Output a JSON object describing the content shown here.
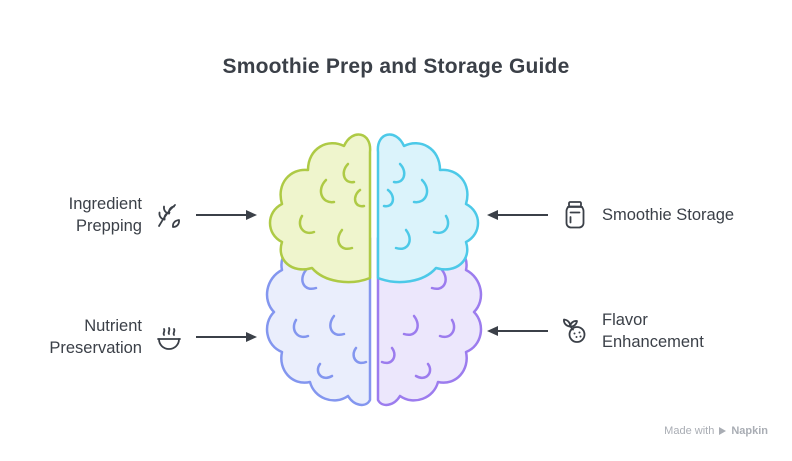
{
  "title": "Smoothie Prep and Storage Guide",
  "colors": {
    "ink": "#3b4048",
    "muted": "#a9adb4",
    "lime-stroke": "#aeca45",
    "lime-fill": "#eff5cd",
    "cyan-stroke": "#4cc9e8",
    "cyan-fill": "#dbf3fb",
    "peri-stroke": "#8396ef",
    "peri-fill": "#eaeefc",
    "purple-stroke": "#9c7cee",
    "purple-fill": "#ece7fc"
  },
  "nodes": {
    "ingredient_prepping": {
      "line1": "Ingredient",
      "line2": "Prepping",
      "icon": "wheat-sprig-icon",
      "quadrant": "top-left",
      "quadrant_color": "#aeca45"
    },
    "nutrient_preservation": {
      "line1": "Nutrient",
      "line2": "Preservation",
      "icon": "steam-bowl-icon",
      "quadrant": "bottom-left",
      "quadrant_color": "#8396ef"
    },
    "smoothie_storage": {
      "label": "Smoothie Storage",
      "icon": "jar-icon",
      "quadrant": "top-right",
      "quadrant_color": "#4cc9e8"
    },
    "flavor_enhancement": {
      "line1": "Flavor",
      "line2": "Enhancement",
      "icon": "berry-icon",
      "quadrant": "bottom-right",
      "quadrant_color": "#9c7cee"
    }
  },
  "watermark": {
    "prefix": "Made with",
    "brand": "Napkin"
  }
}
